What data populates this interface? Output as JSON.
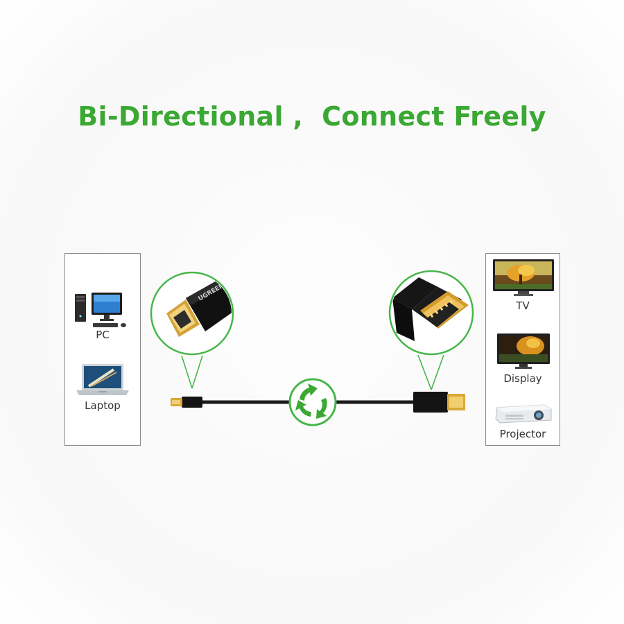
{
  "headline": "Bi-Directional ,  Connect Freely",
  "colors": {
    "headline_green": "#3aa832",
    "callout_green": "#47b64a",
    "cable": "#1a1a1a",
    "gold": "#d8a93a",
    "box_border": "#8a8a8a"
  },
  "source_devices": [
    {
      "label": "PC",
      "icon": "desktop-pc-icon"
    },
    {
      "label": "Laptop",
      "icon": "laptop-icon"
    }
  ],
  "target_devices": [
    {
      "label": "TV",
      "icon": "tv-icon"
    },
    {
      "label": "Display",
      "icon": "monitor-display-icon"
    },
    {
      "label": "Projector",
      "icon": "projector-icon"
    }
  ],
  "connectors": {
    "left": {
      "type": "Mini DisplayPort",
      "icon": "mini-displayport-connector-icon",
      "brand_text": "UGREEN"
    },
    "right": {
      "type": "DisplayPort",
      "icon": "displayport-connector-icon"
    },
    "center": {
      "icon": "bidirectional-arrows-icon"
    }
  }
}
